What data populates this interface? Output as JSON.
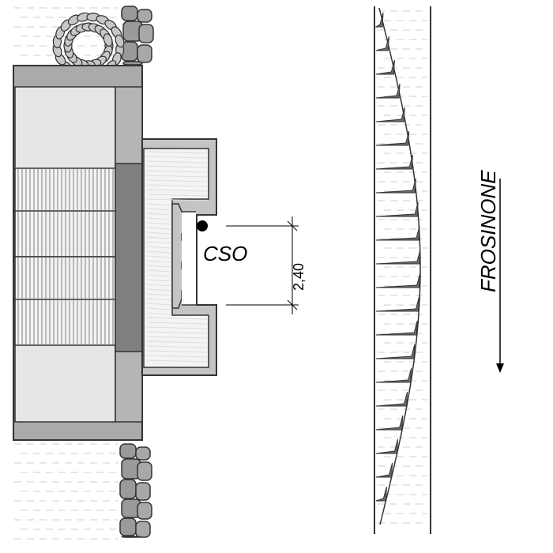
{
  "labels": {
    "station_code": "CSO",
    "distance": "2,40",
    "direction": "FROSINONE"
  },
  "colors": {
    "building_fill": "#e6e6e6",
    "wall": "#aaaaaa",
    "wall_dark": "#7f7f7f",
    "platform": "#c4c4c4",
    "stroke": "#333333",
    "spike": "#6e6e6e",
    "stone": "#9a9a9a",
    "tree": "#c7c7c7",
    "dash": "#cfcfcf"
  },
  "icons": {
    "tree": "tree-icon",
    "measurement_point": "point-icon",
    "direction_arrow": "arrow-down-icon"
  }
}
